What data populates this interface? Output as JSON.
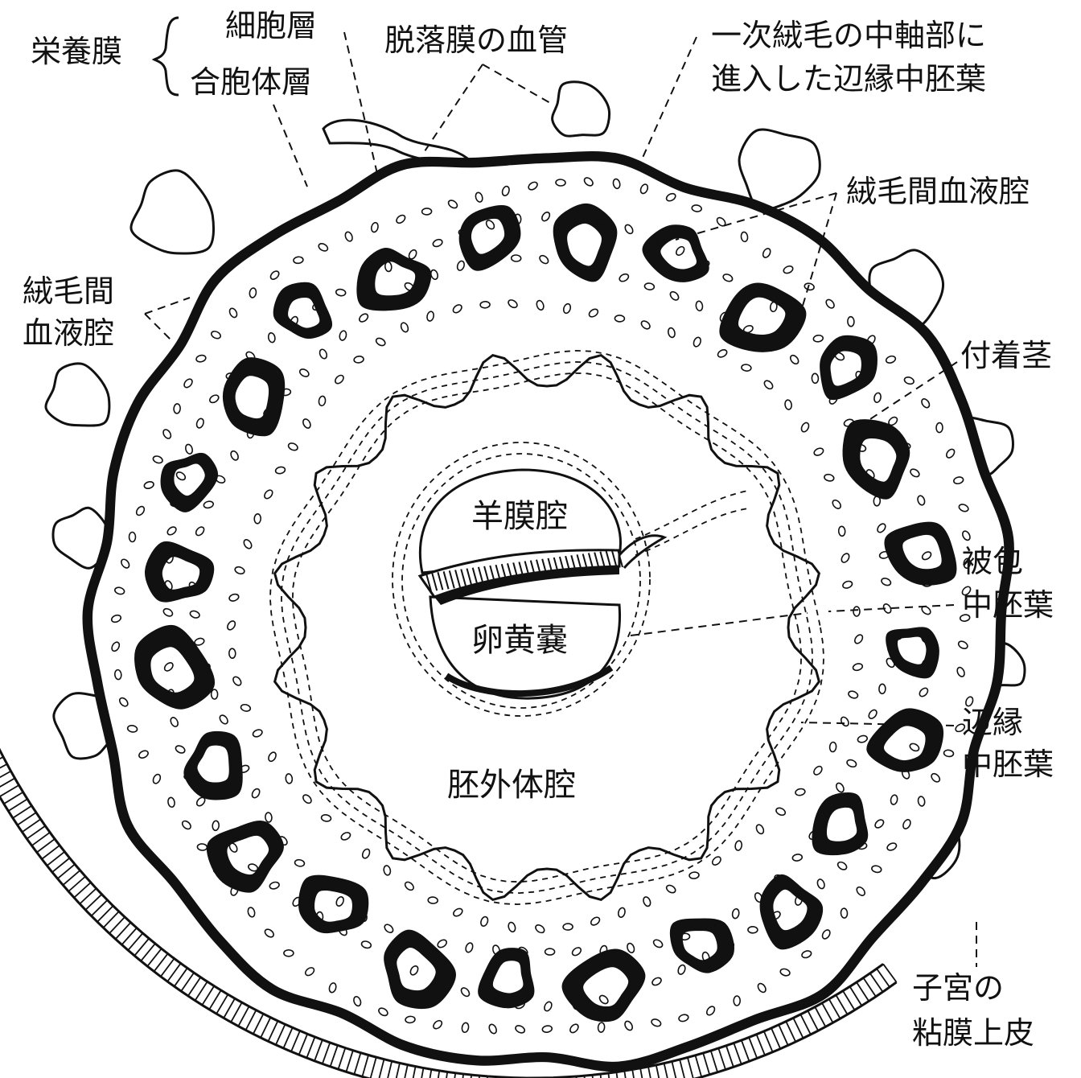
{
  "labels": {
    "trophoblast": "栄養膜",
    "cytotrophoblast": "細胞層",
    "syncytiotrophoblast": "合胞体層",
    "decidua_vessel": "脱落膜の血管",
    "primary_villus_core_line1": "一次絨毛の中軸部に",
    "primary_villus_core_line2": "進入した辺縁中胚葉",
    "intervillous_space_right": "絨毛間血液腔",
    "intervillous_space_left_line1": "絨毛間",
    "intervillous_space_left_line2": "血液腔",
    "connecting_stalk": "付着茎",
    "covering_mesoderm_line1": "被包",
    "covering_mesoderm_line2": "中胚葉",
    "marginal_mesoderm_line1": "辺縁",
    "marginal_mesoderm_line2": "中胚葉",
    "uterine_epithelium_line1": "子宮の",
    "uterine_epithelium_line2": "粘膜上皮",
    "amniotic_cavity": "羊膜腔",
    "yolk_sac": "卵黄嚢",
    "extraembryonic_coelom": "胚外体腔"
  },
  "colors": {
    "ink": "#111111",
    "paper": "#ffffff"
  }
}
